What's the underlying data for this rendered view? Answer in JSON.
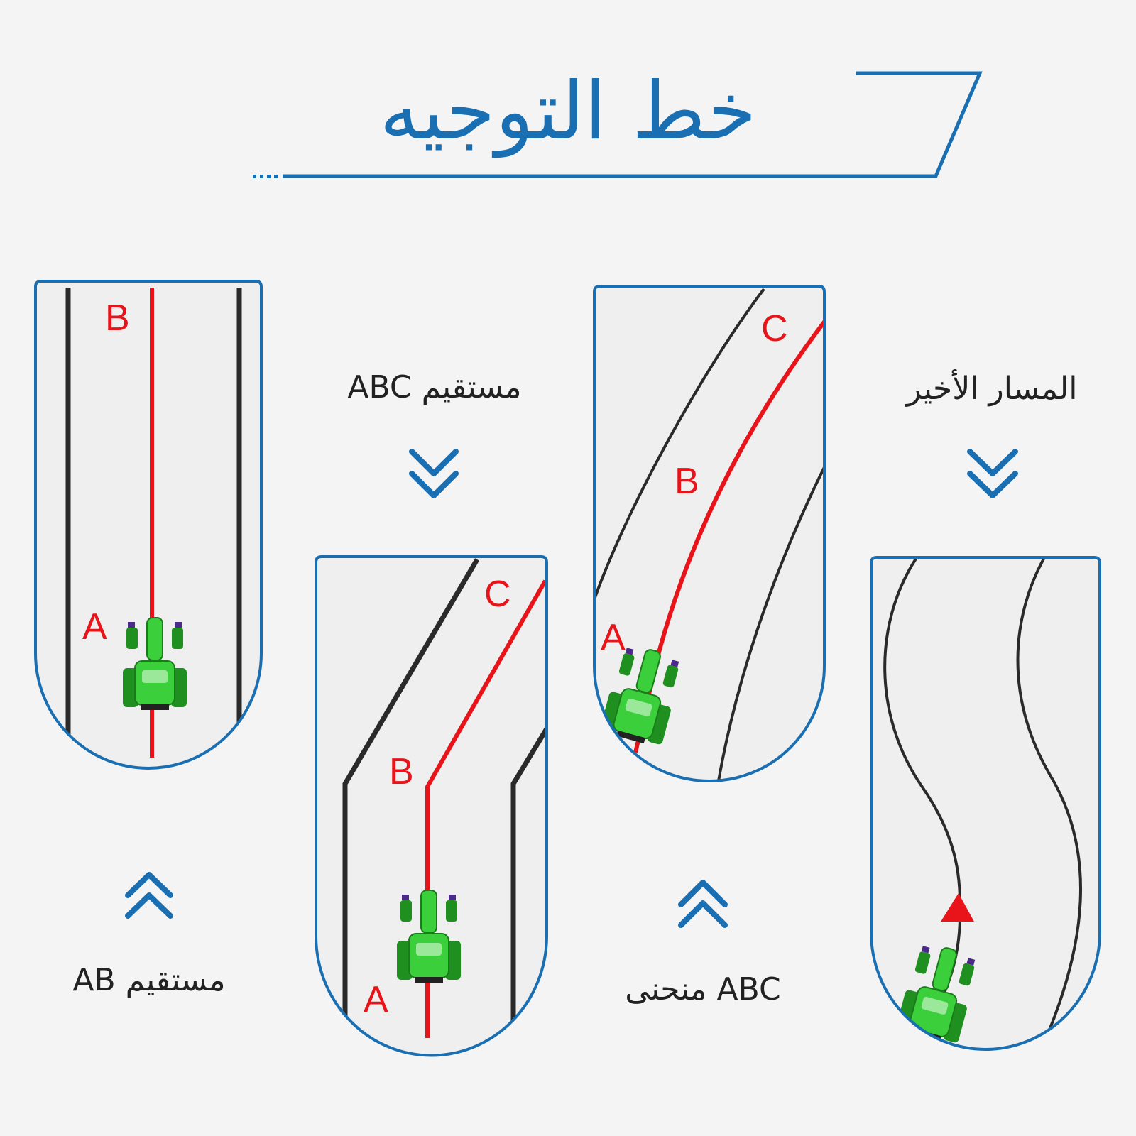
{
  "title": "خط التوجيه",
  "colors": {
    "accent": "#1a6fb3",
    "guide": "#e8141a",
    "edge": "#2a2a2a",
    "tractor": "#2fbf2f"
  },
  "panels": [
    {
      "id": "ab-straight",
      "caption": "مستقيم AB",
      "point_labels": [
        "B",
        "A"
      ],
      "arrow": "chevron-up"
    },
    {
      "id": "abc-straight",
      "caption": "مستقيم ABC",
      "point_labels": [
        "C",
        "B",
        "A"
      ],
      "arrow": "chevron-down"
    },
    {
      "id": "abc-curve",
      "caption": "ABC منحنى",
      "point_labels": [
        "C",
        "B",
        "A"
      ],
      "arrow": "chevron-up"
    },
    {
      "id": "last-path",
      "caption": "المسار الأخير",
      "point_labels": [],
      "arrow": "chevron-down",
      "marker_icon": "red-arrow-icon"
    }
  ]
}
